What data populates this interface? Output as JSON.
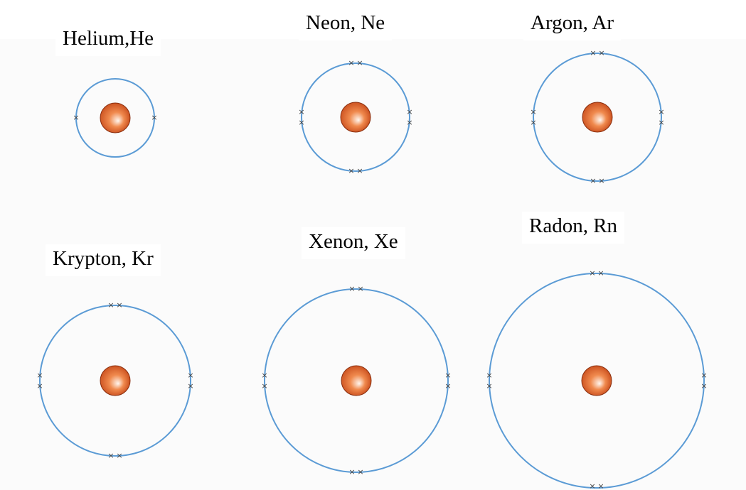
{
  "colors": {
    "shell": "#5b9bd5",
    "nucleus_dark": "#c74a1a",
    "nucleus_light": "#fff6ef",
    "electron": "#444444"
  },
  "electron_symbol": "×",
  "atoms": [
    {
      "key": "helium",
      "label": "Helium,He",
      "electrons": 2
    },
    {
      "key": "neon",
      "label": "Neon, Ne",
      "electrons": 8
    },
    {
      "key": "argon",
      "label": "Argon, Ar",
      "electrons": 8
    },
    {
      "key": "krypton",
      "label": "Krypton, Kr",
      "electrons": 8
    },
    {
      "key": "xenon",
      "label": "Xenon, Xe",
      "electrons": 8
    },
    {
      "key": "radon",
      "label": "Radon, Rn",
      "electrons": 8
    }
  ]
}
